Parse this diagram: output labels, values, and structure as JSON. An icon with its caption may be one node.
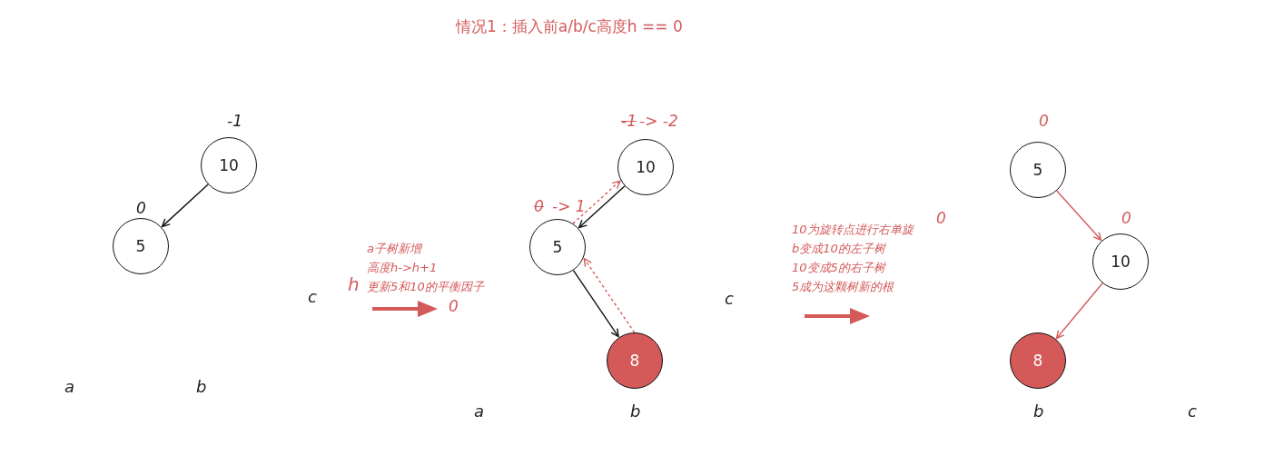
{
  "diagram": {
    "title": "情况1：插入前a/b/c高度h == 0",
    "nodes": [
      {
        "text": [
          "10"
        ],
        "beside": [
          "-1"
        ]
      },
      {
        "text": [
          "5"
        ],
        "beside": [
          "0"
        ]
      },
      {
        "text": [
          "10"
        ],
        "beside": [
          "-1",
          "-> -2"
        ]
      },
      {
        "text": [
          "5"
        ],
        "beside": [
          "0",
          "-> 1"
        ]
      },
      {
        "text": [
          "8"
        ]
      },
      {
        "text": [
          "5"
        ],
        "beside": [
          "0"
        ]
      },
      {
        "text": [
          "10"
        ],
        "beside": [
          "0"
        ]
      },
      {
        "text": [
          "8"
        ]
      }
    ],
    "edges": [
      {
        "from": 0,
        "to": 1,
        "arrow": "to",
        "color": "#111111"
      },
      {
        "from": 2,
        "to": 3,
        "arrow": "to",
        "color": "#111111"
      },
      {
        "from": 3,
        "to": 4,
        "arrow": "to",
        "color": "#111111"
      },
      {
        "from": 4,
        "to": 3,
        "arrow": "to",
        "style": "dashed",
        "color": "#d45a5a"
      },
      {
        "from": 3,
        "to": 2,
        "arrow": "to",
        "style": "dashed",
        "color": "#d45a5a"
      },
      {
        "from": 5,
        "to": 6,
        "arrow": "to",
        "color": "#d45a5a"
      },
      {
        "from": 6,
        "to": 7,
        "arrow": "to",
        "color": "#d45a5a"
      }
    ],
    "labels": [
      "c",
      "a",
      "b",
      "a子树新增",
      "高度h->h+1",
      "更新5和10的平衡因子",
      "h",
      "0",
      "c",
      "a",
      "b",
      "10为旋转点进行右单旋",
      "b变成10的左子树",
      "10变成5的右子树",
      "5成为这颗树新的根",
      "0",
      "b",
      "c"
    ]
  }
}
